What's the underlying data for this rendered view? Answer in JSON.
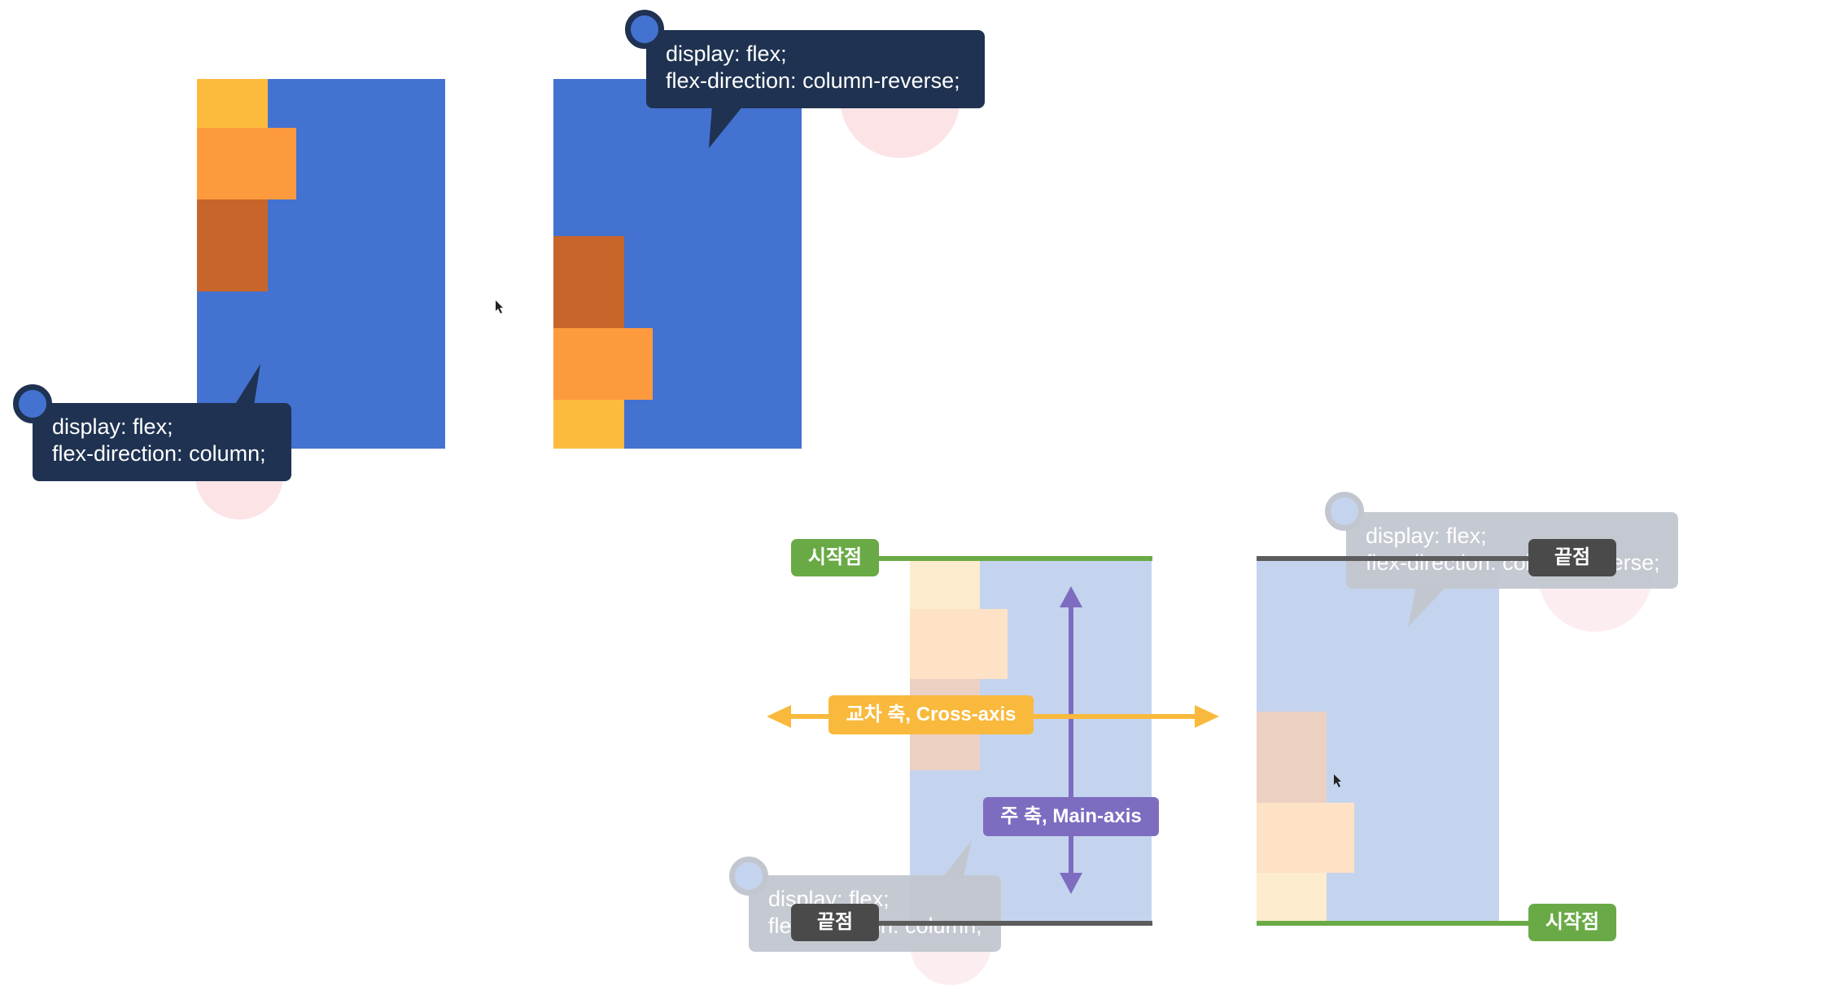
{
  "top_left": {
    "tooltip_line1": "display: flex;",
    "tooltip_line2": "flex-direction: column;"
  },
  "top_right": {
    "tooltip_line1": "display: flex;",
    "tooltip_line2": "flex-direction: column-reverse;"
  },
  "bottom_left": {
    "start_badge": "시작점",
    "end_badge": "끝점",
    "cross_axis_label": "교차 축, Cross-axis",
    "main_axis_label": "주 축, Main-axis",
    "tooltip_line1": "display: flex;",
    "tooltip_line2": "flex-direction: column;"
  },
  "bottom_right": {
    "start_badge": "시작점",
    "end_badge": "끝점",
    "tooltip_line1": "display: flex;",
    "tooltip_line2": "flex-direction: column-reverse;"
  },
  "colors": {
    "container": "#4472d1",
    "item1": "#fdbb3e",
    "item2": "#fd9a3e",
    "item3": "#c8652a",
    "tooltip": "#1f3251",
    "start": "#6aaa46",
    "end": "#4a4a4a",
    "cross_axis": "#f9b93c",
    "main_axis": "#7e6cc0"
  }
}
